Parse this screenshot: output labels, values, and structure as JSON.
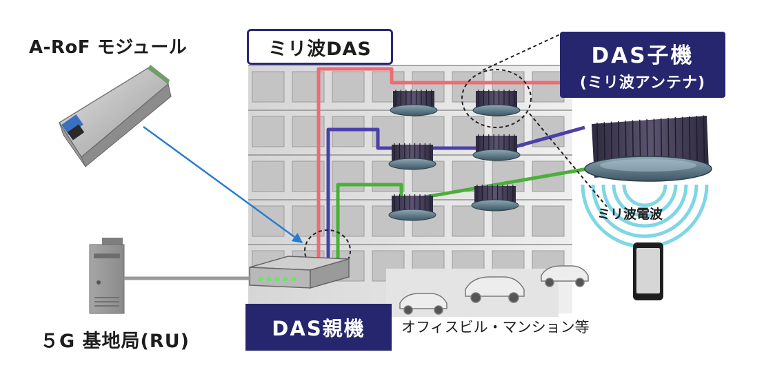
{
  "labels": {
    "module": "A-RoF モジュール",
    "base_station": "５G 基地局(RU)",
    "title": "ミリ波DAS",
    "das_parent": "DAS親機",
    "das_child_line1": "DAS子機",
    "das_child_line2": "(ミリ波アンテナ)",
    "building": "オフィスビル・マンション等",
    "wave": "ミリ波電波"
  },
  "colors": {
    "navy": "#26266e",
    "cable_red": "#ef6b73",
    "cable_purple": "#4b3fa8",
    "cable_green": "#4caf3a",
    "arrow_blue": "#2a7bd0",
    "wave_cyan": "#7ed6e6"
  }
}
